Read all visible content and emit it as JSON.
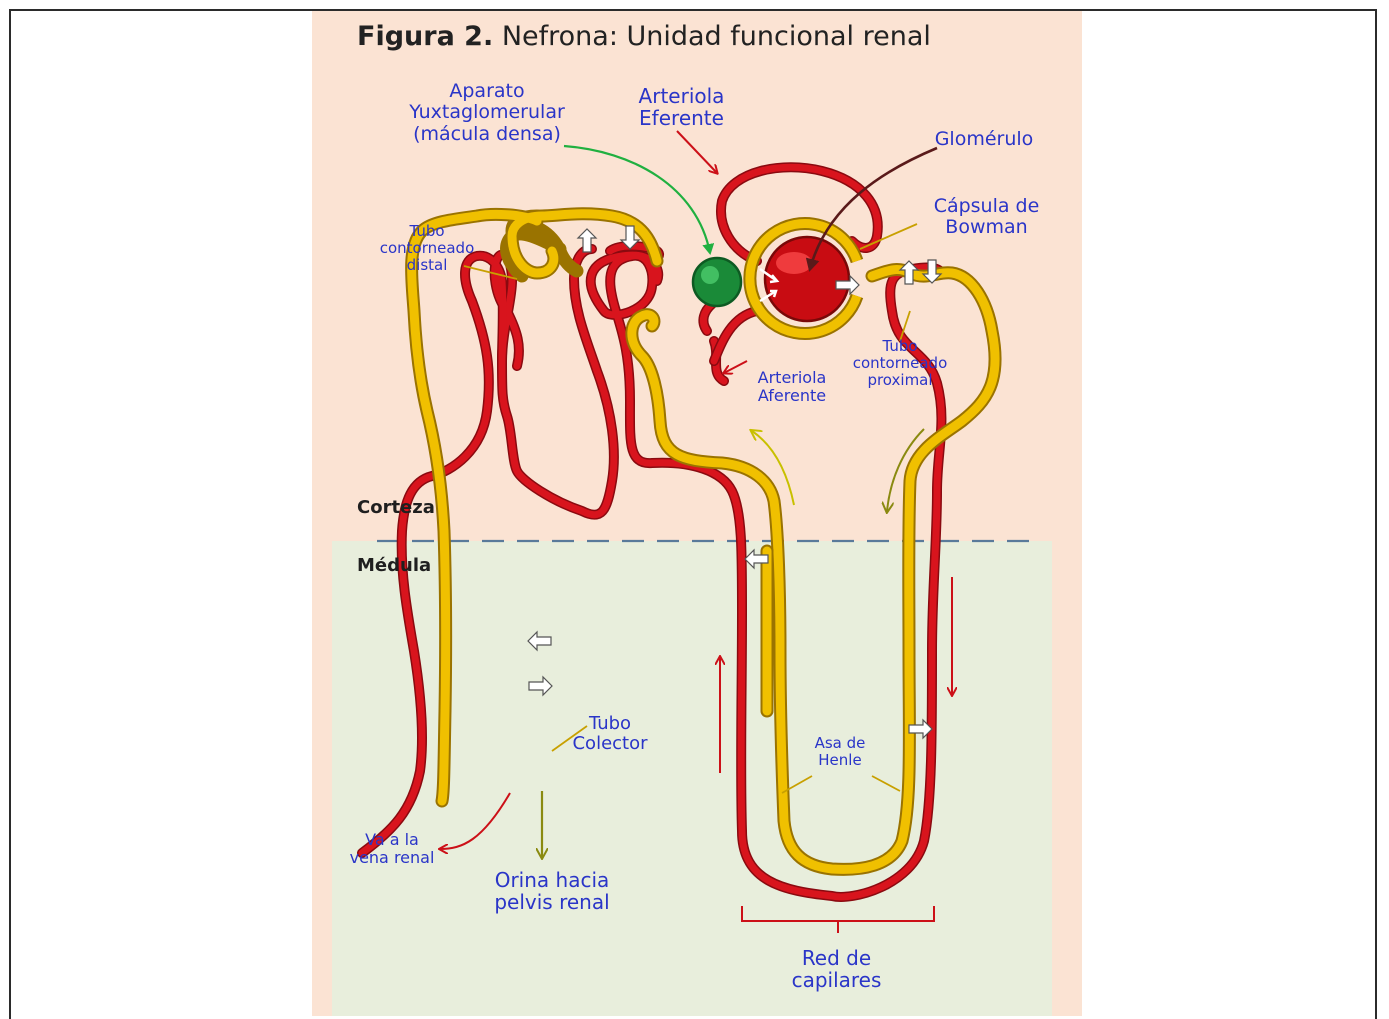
{
  "figure": {
    "title_prefix": "Figura 2.",
    "title_rest": " Nefrona: Unidad funcional renal"
  },
  "labels": {
    "aparato": "Aparato\nYuxtaglomerular\n(mácula densa)",
    "arteriola_eferente": "Arteriola\nEferente",
    "glomerulo": "Glomérulo",
    "capsula": "Cápsula de\nBowman",
    "tubo_distal": "Tubo\ncontorneado\ndistal",
    "arteriola_aferente": "Arteriola\nAferente",
    "tubo_proximal": "Tubo\ncontorneado\nproximal",
    "corteza": "Corteza",
    "medula": "Médula",
    "tubo_colector": "Tubo\nColector",
    "asa_henle": "Asa de\nHenle",
    "va_vena": "Va a la\nvena renal",
    "orina": "Orina hacia\npelvis renal",
    "red_capilares": "Red de\ncapilares"
  },
  "colors": {
    "vessel": "#cc1018",
    "tube": "#e0b000",
    "tube_outline": "#9a7300",
    "label_text": "#2a35c8",
    "cortex_bg": "#fbe3d3",
    "medulla_bg": "#e8eedc",
    "boundary_dash": "#5a7a9a",
    "macula": "#22a040",
    "macula_arrow": "#20b040",
    "glomerulo_arrow": "#5a1a1a"
  }
}
